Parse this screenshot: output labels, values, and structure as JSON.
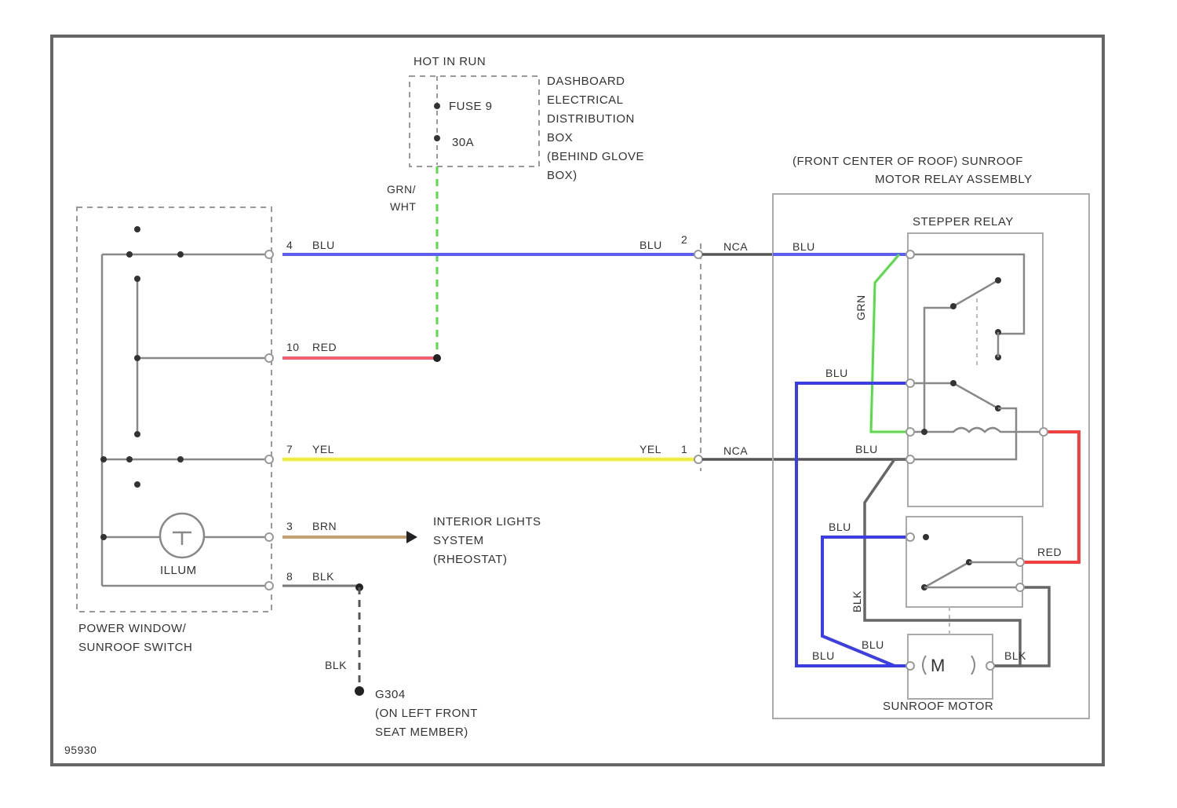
{
  "diagram": {
    "page_id": "95930",
    "hot_in_run": "HOT IN RUN",
    "fuse_label": "FUSE 9",
    "fuse_rating": "30A",
    "dash_box_label": [
      "DASHBOARD",
      "ELECTRICAL",
      "DISTRIBUTION",
      "BOX",
      "(BEHIND GLOVE",
      "BOX)"
    ],
    "relay_assembly_label": [
      "(FRONT CENTER OF ROOF) SUNROOF",
      "MOTOR RELAY ASSEMBLY"
    ],
    "stepper_relay": "STEPPER RELAY",
    "switch_label": [
      "POWER WINDOW/",
      "SUNROOF SWITCH"
    ],
    "illum_label": "ILLUM",
    "interior_lights": [
      "INTERIOR LIGHTS",
      "SYSTEM",
      "(RHEOSTAT)"
    ],
    "ground_label": [
      "G304",
      "(ON LEFT FRONT",
      "SEAT MEMBER)"
    ],
    "sunroof_motor": "SUNROOF MOTOR",
    "motor_symbol": "M",
    "wires": {
      "grn_wht": [
        "GRN/",
        "WHT"
      ],
      "pin4": "4",
      "blu_top": "BLU",
      "pin10": "10",
      "red_sw": "RED",
      "pin7": "7",
      "yel_sw": "YEL",
      "pin3": "3",
      "brn": "BRN",
      "pin8": "8",
      "blk_sw": "BLK",
      "blu_conn": "BLU",
      "pin2": "2",
      "yel_conn": "YEL",
      "pin1": "1",
      "nca_top": "NCA",
      "nca_bot": "NCA",
      "blu_relay_top": "BLU",
      "grn_relay": "GRN",
      "blu_mid": "BLU",
      "blu_relay_gray": "BLU",
      "blu_lower": "BLU",
      "red_relay": "RED",
      "blk_vert": "BLK",
      "blu_motor1": "BLU",
      "blu_motor2": "BLU",
      "blk_motor": "BLK",
      "blk_ground": "BLK"
    },
    "colors": {
      "blue_wire": "#5b5bff",
      "red_wire": "#ff5a6e",
      "yellow_wire": "#f2f21a",
      "brown_wire": "#c8a070",
      "green_wire": "#55dd44",
      "dark_blue_wire": "#3b3bf0",
      "relay_red": "#ff3b3b",
      "gray_wire": "#666666"
    }
  }
}
